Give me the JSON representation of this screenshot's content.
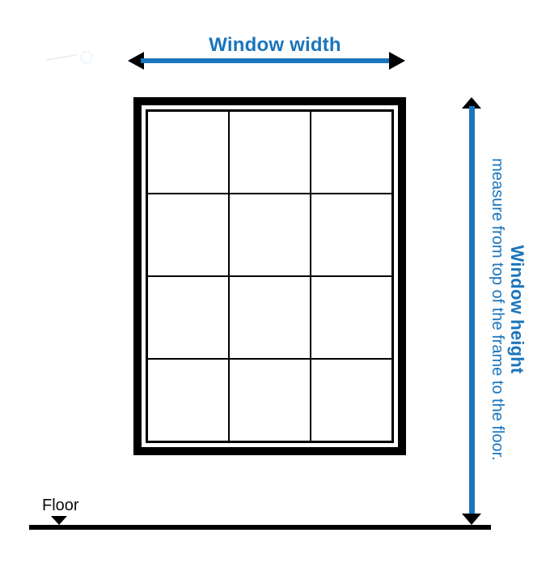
{
  "diagram": {
    "width_label": "Window width",
    "height_title": "Window height",
    "height_subtitle": "measure from top of the frame to the floor.",
    "floor_label": "Floor"
  },
  "window": {
    "columns": 3,
    "rows": 4
  },
  "colors": {
    "accent_blue": "#1b75bc",
    "line_black": "#000000",
    "background": "#ffffff"
  },
  "icons": {
    "width_arrow": "double-headed-horizontal-arrow",
    "height_arrow": "double-headed-vertical-arrow",
    "floor_marker": "down-triangle-marker"
  }
}
